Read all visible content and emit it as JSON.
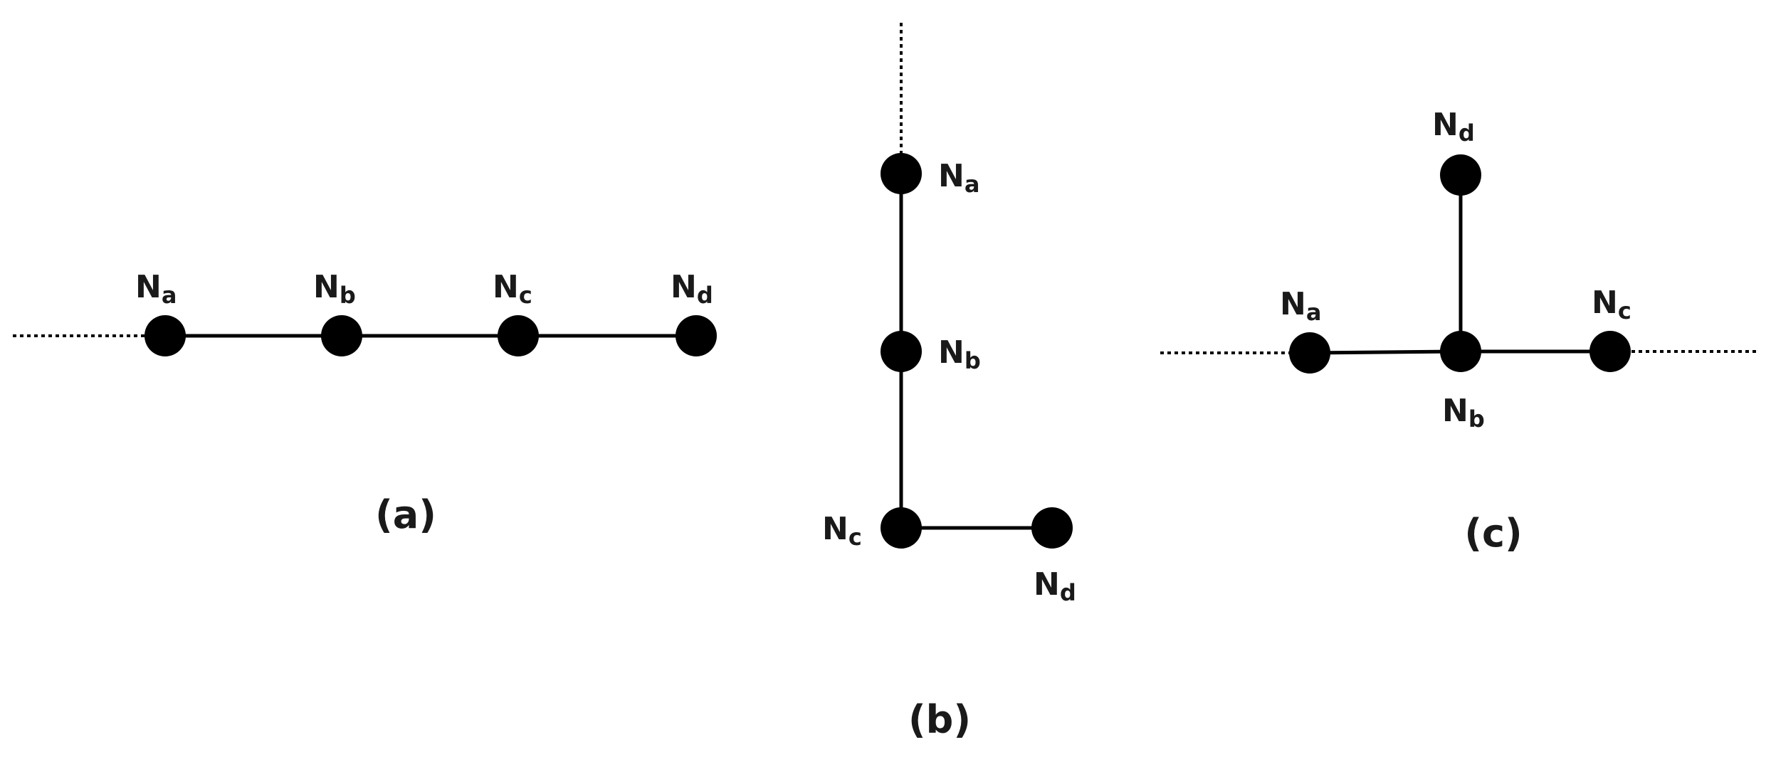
{
  "node_prefix": "N",
  "diagrams": [
    {
      "caption": "(a)",
      "nodes": [
        {
          "id": "a",
          "sub": "a"
        },
        {
          "id": "b",
          "sub": "b"
        },
        {
          "id": "c",
          "sub": "c"
        },
        {
          "id": "d",
          "sub": "d"
        }
      ],
      "edges": [
        [
          "a",
          "b"
        ],
        [
          "b",
          "c"
        ],
        [
          "c",
          "d"
        ]
      ]
    },
    {
      "caption": "(b)",
      "nodes": [
        {
          "id": "a",
          "sub": "a"
        },
        {
          "id": "b",
          "sub": "b"
        },
        {
          "id": "c",
          "sub": "c"
        },
        {
          "id": "d",
          "sub": "d"
        }
      ],
      "edges": [
        [
          "a",
          "b"
        ],
        [
          "b",
          "c"
        ],
        [
          "c",
          "d"
        ]
      ]
    },
    {
      "caption": "(c)",
      "nodes": [
        {
          "id": "a",
          "sub": "a"
        },
        {
          "id": "b",
          "sub": "b"
        },
        {
          "id": "c",
          "sub": "c"
        },
        {
          "id": "d",
          "sub": "d"
        }
      ],
      "edges": [
        [
          "a",
          "b"
        ],
        [
          "b",
          "c"
        ],
        [
          "b",
          "d"
        ]
      ]
    }
  ]
}
